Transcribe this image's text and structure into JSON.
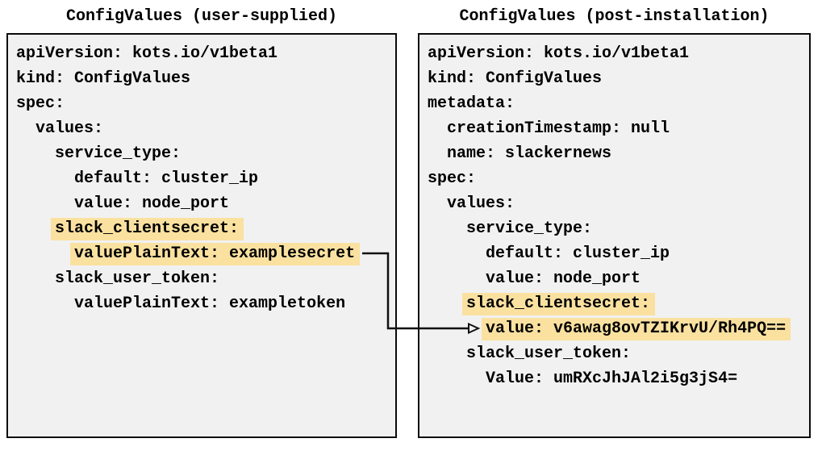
{
  "colors": {
    "highlight": "#fae1a0",
    "panel_background": "#f1f1f1",
    "panel_border": "#0a0a0a",
    "arrow": "#111111",
    "text": "#000000"
  },
  "left_panel": {
    "title": "ConfigValues (user-supplied)",
    "lines": [
      {
        "indent": "",
        "text": "apiVersion: kots.io/v1beta1",
        "highlight": false
      },
      {
        "indent": "",
        "text": "kind: ConfigValues",
        "highlight": false
      },
      {
        "indent": "",
        "text": "spec:",
        "highlight": false
      },
      {
        "indent": "  ",
        "text": "values:",
        "highlight": false
      },
      {
        "indent": "    ",
        "text": "service_type:",
        "highlight": false
      },
      {
        "indent": "      ",
        "text": "default: cluster_ip",
        "highlight": false
      },
      {
        "indent": "      ",
        "text": "value: node_port",
        "highlight": false
      },
      {
        "indent": "    ",
        "text": "slack_clientsecret:",
        "highlight": true
      },
      {
        "indent": "      ",
        "text": "valuePlainText: examplesecret",
        "highlight": true
      },
      {
        "indent": "    ",
        "text": "slack_user_token:",
        "highlight": false
      },
      {
        "indent": "      ",
        "text": "valuePlainText: exampletoken",
        "highlight": false
      }
    ]
  },
  "right_panel": {
    "title": "ConfigValues (post-installation)",
    "lines": [
      {
        "indent": "",
        "text": "apiVersion: kots.io/v1beta1",
        "highlight": false
      },
      {
        "indent": "",
        "text": "kind: ConfigValues",
        "highlight": false
      },
      {
        "indent": "",
        "text": "metadata:",
        "highlight": false
      },
      {
        "indent": "  ",
        "text": "creationTimestamp: null",
        "highlight": false
      },
      {
        "indent": "  ",
        "text": "name: slackernews",
        "highlight": false
      },
      {
        "indent": "",
        "text": "spec:",
        "highlight": false
      },
      {
        "indent": "  ",
        "text": "values:",
        "highlight": false
      },
      {
        "indent": "    ",
        "text": "service_type:",
        "highlight": false
      },
      {
        "indent": "      ",
        "text": "default: cluster_ip",
        "highlight": false
      },
      {
        "indent": "      ",
        "text": "value: node_port",
        "highlight": false
      },
      {
        "indent": "    ",
        "text": "slack_clientsecret:",
        "highlight": true
      },
      {
        "indent": "      ",
        "text": "value: v6awag8ovTZIKrvU/Rh4PQ==",
        "highlight": true
      },
      {
        "indent": "    ",
        "text": "slack_user_token:",
        "highlight": false
      },
      {
        "indent": "      ",
        "text": "Value: umRXcJhJAl2i5g3jS4=",
        "highlight": false
      }
    ]
  }
}
